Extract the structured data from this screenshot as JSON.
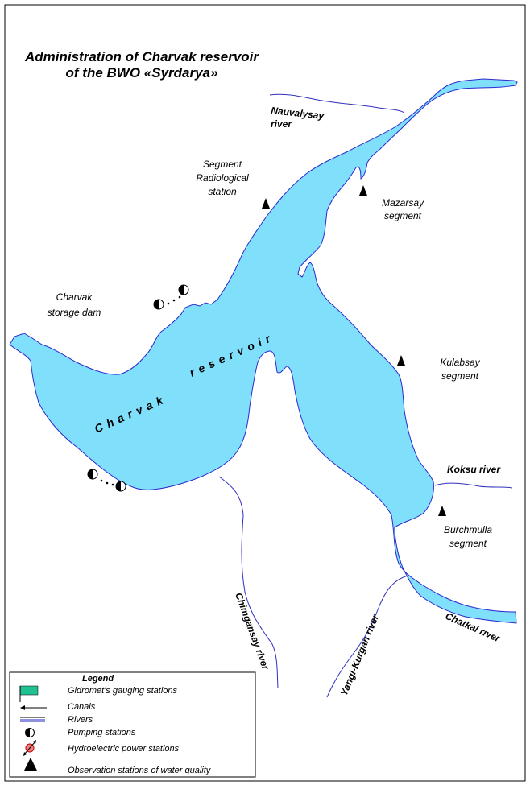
{
  "title": {
    "line1": "Administration of Charvak reservoir",
    "line2": "of the BWO «Syrdarya»"
  },
  "colors": {
    "water": "#80e0fc",
    "shore": "#2a2ad0",
    "river": "#3030c0",
    "gauge": "#20c090"
  },
  "reservoir_label": {
    "word1": "Charvak",
    "word2": "reservoir"
  },
  "labels": {
    "nauvalysay": [
      "Nauvalysay",
      "river"
    ],
    "radiological": [
      "Segment",
      "Radiological",
      "station"
    ],
    "mazarsay": [
      "Mazarsay",
      "segment"
    ],
    "dam": [
      "Charvak",
      "storage dam"
    ],
    "kulabsay": [
      "Kulabsay",
      "segment"
    ],
    "koksu": "Koksu river",
    "burchmulla": [
      "Burchmulla",
      "segment"
    ],
    "chatkal": "Chatkal river",
    "yangikurgan": "Yangi-Kurgan river",
    "chimgansay": "Chimgansay river"
  },
  "legend": {
    "title": "Legend",
    "items": [
      {
        "icon": "flag-icon",
        "label": "Gidromet's gauging stations"
      },
      {
        "icon": "arrow-left-icon",
        "label": "Canals"
      },
      {
        "icon": "river-line-icon",
        "label": "Rivers"
      },
      {
        "icon": "half-circle-icon",
        "label": "Pumping stations"
      },
      {
        "icon": "hydro-icon",
        "label": "Hydroelectric power stations"
      },
      {
        "icon": "triangle-icon",
        "label": "Observation stations of water quality"
      }
    ]
  }
}
